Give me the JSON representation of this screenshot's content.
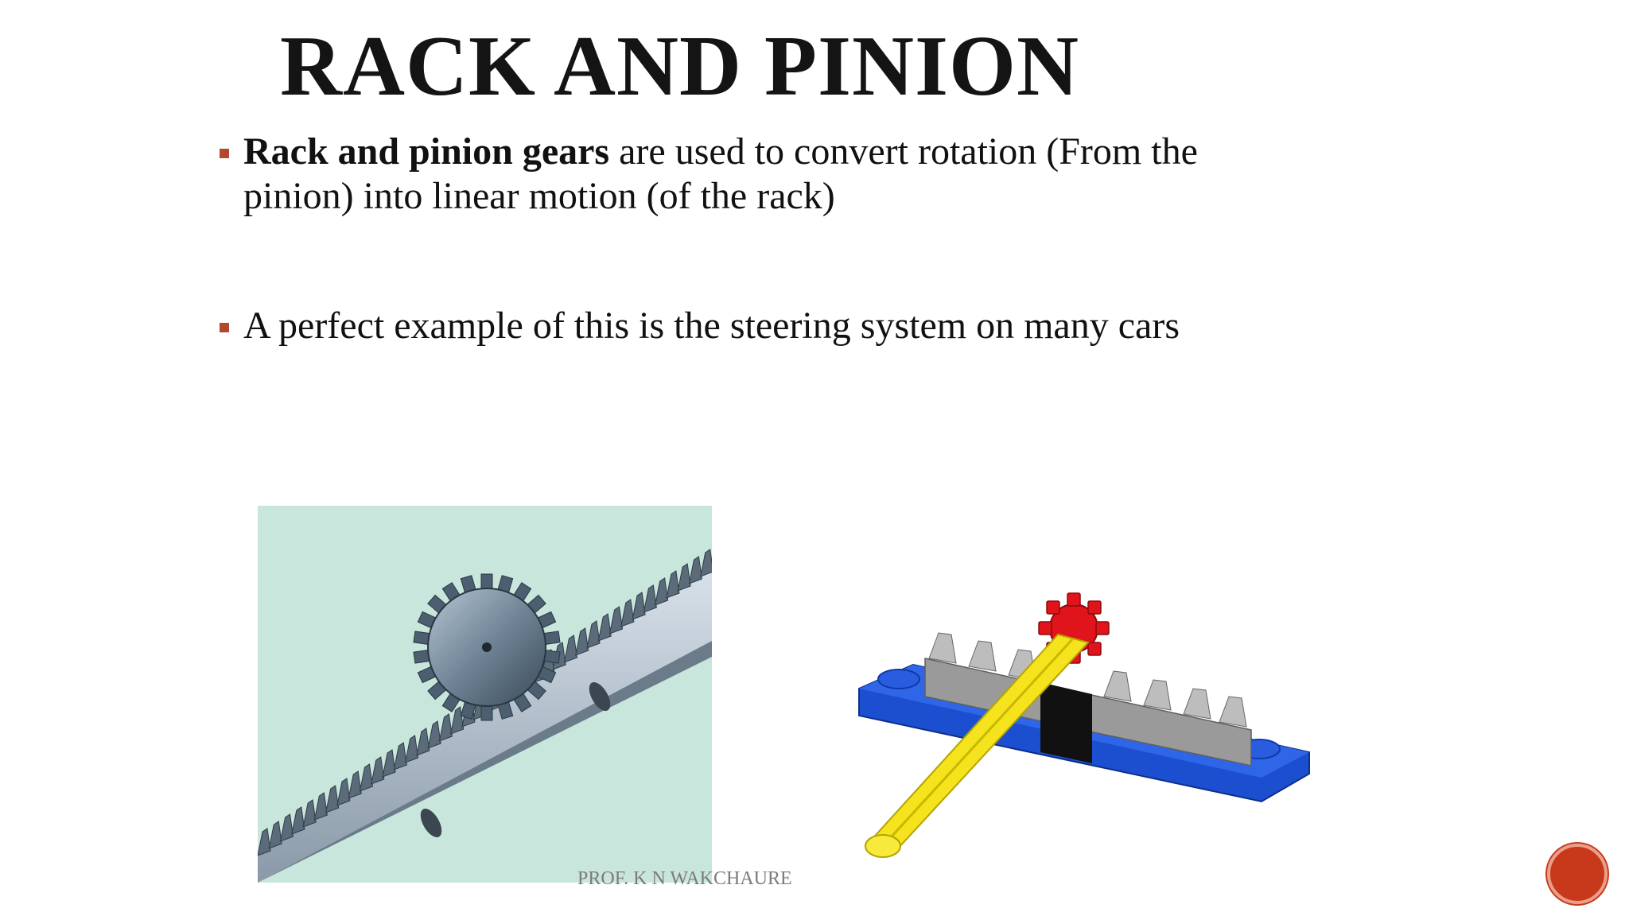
{
  "slide": {
    "title": "RACK AND PINION",
    "bullets": [
      {
        "bold": "Rack and pinion gears",
        "rest": " are used to convert rotation (From the pinion) into linear motion (of the rack)"
      },
      {
        "bold": "",
        "rest": "A perfect example of this is the steering system on many cars"
      }
    ],
    "footer": "PROF. K N WAKCHAURE"
  },
  "colors": {
    "bullet_marker": "#b4482c",
    "nav_button": "#c8381a",
    "gear_background": "#c9e6dc"
  },
  "icons": {
    "nav": "circle-button-icon"
  }
}
